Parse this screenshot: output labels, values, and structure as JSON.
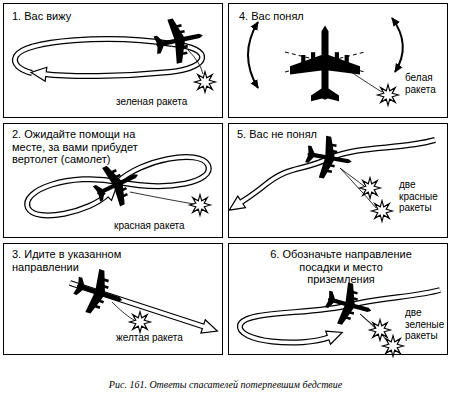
{
  "diagram": {
    "caption": "Рис. 161. Ответы спасателей потерпевшим бедствие",
    "nodes": [
      {
        "text": [
          "1. Вас вижу",
          "зеленая ракета"
        ]
      },
      {
        "text": [
          "2. Ожидайте помощи на месте, за вами прибудет вертолет (самолет)",
          "красная ракета"
        ]
      },
      {
        "text": [
          "3. Идите в указанном направлении",
          "желтая ракета"
        ]
      },
      {
        "text": [
          "4. Вас понял",
          "белая ракета"
        ]
      },
      {
        "text": [
          "5. Вас не понял",
          "две красные ракеты"
        ]
      },
      {
        "text": [
          "6. Обозначьте направление посадки и место приземления",
          "две зеленые ракеты"
        ]
      }
    ]
  }
}
